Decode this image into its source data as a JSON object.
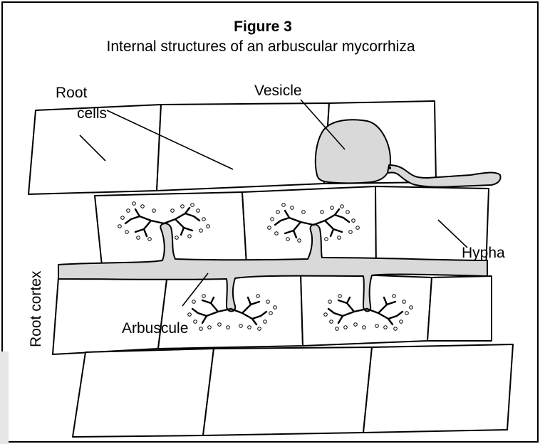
{
  "figure": {
    "title": "Figure 3",
    "subtitle": "Internal structures of an arbuscular mycorrhiza"
  },
  "labels": {
    "root_cells": [
      "Root",
      "cells"
    ],
    "vesicle": "Vesicle",
    "hypha": "Hypha",
    "root_cortex": "Root cortex",
    "arbuscule": "Arbuscule"
  },
  "colors": {
    "fungus_fill": "#d9d9d9",
    "side_bar": "#e6e6e6"
  }
}
